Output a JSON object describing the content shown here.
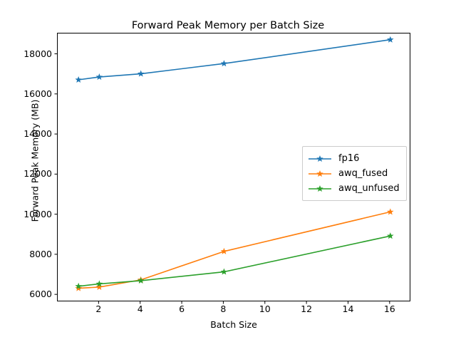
{
  "chart_data": {
    "type": "line",
    "title": "Forward Peak Memory per Batch Size",
    "xlabel": "Batch Size",
    "ylabel": "Forward Peak Memory (MB)",
    "x": [
      1,
      2,
      4,
      8,
      16
    ],
    "xlim": [
      0.0,
      17.0
    ],
    "ylim": [
      5650,
      19050
    ],
    "xticks": [
      2,
      4,
      6,
      8,
      10,
      12,
      14,
      16
    ],
    "xtick_labels": [
      "2",
      "4",
      "6",
      "8",
      "10",
      "12",
      "14",
      "16"
    ],
    "yticks": [
      6000,
      8000,
      10000,
      12000,
      14000,
      16000,
      18000
    ],
    "ytick_labels": [
      "6000",
      "8000",
      "10000",
      "12000",
      "14000",
      "16000",
      "18000"
    ],
    "grid": false,
    "marker": "star",
    "legend_position": "center-right",
    "series": [
      {
        "name": "fp16",
        "color": "#1f77b4",
        "values": [
          16740,
          16880,
          17040,
          17550,
          18740
        ]
      },
      {
        "name": "awq_fused",
        "color": "#ff7f0e",
        "values": [
          6340,
          6400,
          6760,
          8180,
          10150
        ]
      },
      {
        "name": "awq_unfused",
        "color": "#2ca02c",
        "values": [
          6440,
          6560,
          6720,
          7160,
          8950
        ]
      }
    ]
  },
  "legend": {
    "entries": [
      {
        "label": "fp16"
      },
      {
        "label": "awq_fused"
      },
      {
        "label": "awq_unfused"
      }
    ]
  }
}
